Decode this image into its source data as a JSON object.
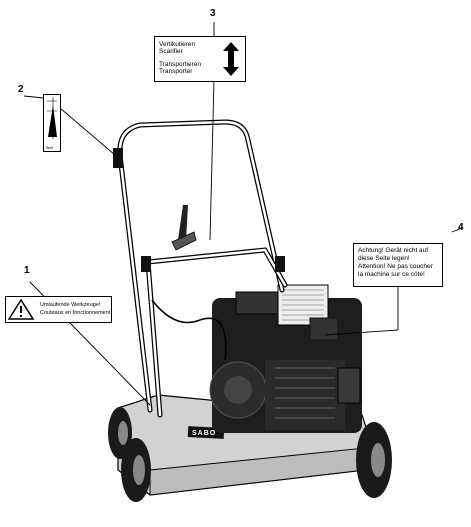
{
  "callouts": {
    "n1": "1",
    "n2": "2",
    "n3": "3",
    "n4": "4"
  },
  "label_3": {
    "line1": "Vertikutieren",
    "line2": "Scarifier",
    "line3": "Transportieren",
    "line4": "Transporter"
  },
  "label_4": {
    "text": "Achtung! Gerät nicht auf diese Seite legen! Attention! Ne pas coucher la machine sur ce côté!"
  },
  "label_1": {
    "line1": "Umlaufende Werkzeuge!",
    "line2": "Couteaux en fonctionnement"
  },
  "label_2": {
    "caption": "Wolf"
  },
  "machine": {
    "brand": "SABO"
  },
  "icons": [
    "warning-triangle-icon",
    "double-arrow-icon",
    "height-wedge-icon"
  ]
}
